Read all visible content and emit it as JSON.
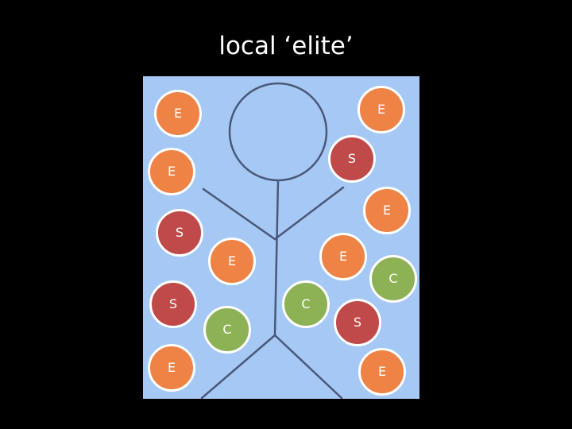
{
  "slide": {
    "title": "local ‘elite’"
  },
  "colors": {
    "background": "#000000",
    "panel": "#a6c8f5",
    "figure_line": "#4a5878",
    "E": "#ef8245",
    "S": "#c0494a",
    "C": "#8db256",
    "token_border": "#ffffff"
  },
  "tokens": [
    {
      "letter": "E",
      "type": "E"
    },
    {
      "letter": "E",
      "type": "E"
    },
    {
      "letter": "S",
      "type": "S"
    },
    {
      "letter": "E",
      "type": "E"
    },
    {
      "letter": "E",
      "type": "E"
    },
    {
      "letter": "S",
      "type": "S"
    },
    {
      "letter": "E",
      "type": "E"
    },
    {
      "letter": "E",
      "type": "E"
    },
    {
      "letter": "C",
      "type": "C"
    },
    {
      "letter": "S",
      "type": "S"
    },
    {
      "letter": "C",
      "type": "C"
    },
    {
      "letter": "C",
      "type": "C"
    },
    {
      "letter": "S",
      "type": "S"
    },
    {
      "letter": "E",
      "type": "E"
    },
    {
      "letter": "E",
      "type": "E"
    }
  ]
}
